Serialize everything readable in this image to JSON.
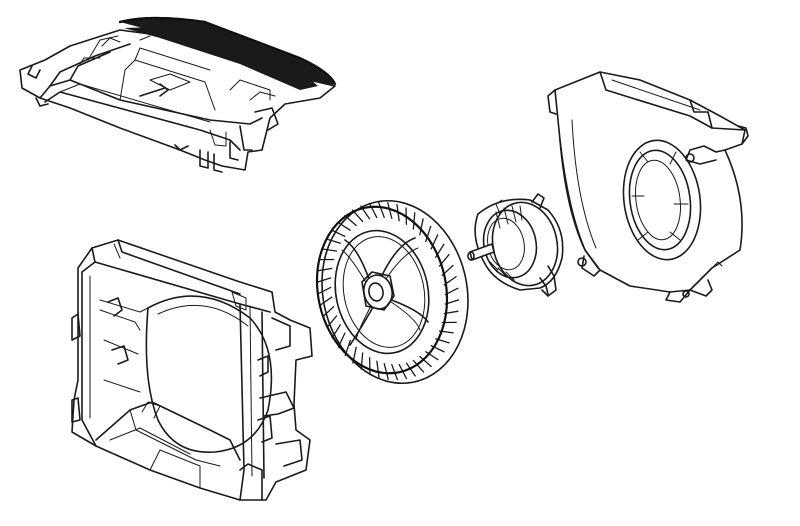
{
  "diagram": {
    "type": "exploded-view",
    "colors": {
      "line": "#1a1a1a",
      "background": "#ffffff"
    },
    "parts": [
      {
        "id": "upper-air-inlet-housing",
        "icon": "housing-top"
      },
      {
        "id": "blower-frame-housing",
        "icon": "housing-frame"
      },
      {
        "id": "squirrel-cage-fan-wheel",
        "icon": "fan-wheel",
        "blade_count": 48
      },
      {
        "id": "blower-motor",
        "icon": "motor"
      },
      {
        "id": "scroll-volute-housing",
        "icon": "volute"
      }
    ]
  }
}
